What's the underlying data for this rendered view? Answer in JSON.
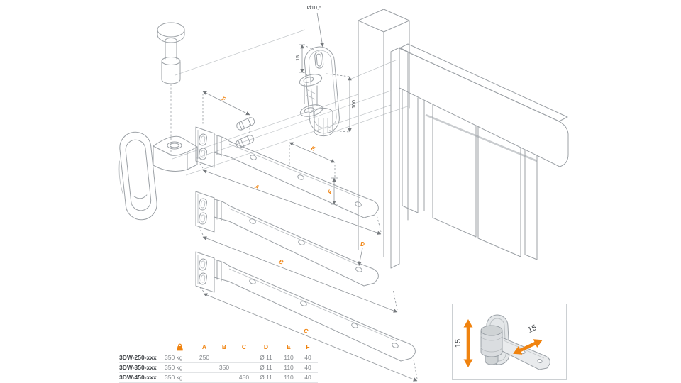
{
  "colors": {
    "accent": "#F0830F",
    "line": "#9CA1A6",
    "dim_line": "#8F9499",
    "dim_text": "#3F4347",
    "value_text": "#85898D",
    "model_text": "#43474B",
    "header_separator": "#F3CDA6",
    "row_separator": "#E2E4E6",
    "inset_border": "#CCD0D3"
  },
  "drawing": {
    "labels": {
      "dia": "Ø10,5",
      "off15": "15",
      "h100": "100",
      "f_top": "F",
      "e_mid": "E",
      "f_side": "F",
      "a": "A",
      "b": "B",
      "c": "C",
      "d": "D"
    }
  },
  "inset": {
    "vertical_15": "15",
    "diagonal_15": "15"
  },
  "table": {
    "weight_icon": "weight-icon",
    "headers": [
      "A",
      "B",
      "C",
      "D",
      "E",
      "F"
    ],
    "rows": [
      {
        "model": "3DW-250-xxx",
        "weight": "350 kg",
        "a": "250",
        "b": "",
        "c": "",
        "d": "Ø 11",
        "e": "110",
        "f": "40"
      },
      {
        "model": "3DW-350-xxx",
        "weight": "350 kg",
        "a": "",
        "b": "350",
        "c": "",
        "d": "Ø 11",
        "e": "110",
        "f": "40"
      },
      {
        "model": "3DW-450-xxx",
        "weight": "350 kg",
        "a": "",
        "b": "",
        "c": "450",
        "d": "Ø 11",
        "e": "110",
        "f": "40"
      }
    ]
  }
}
